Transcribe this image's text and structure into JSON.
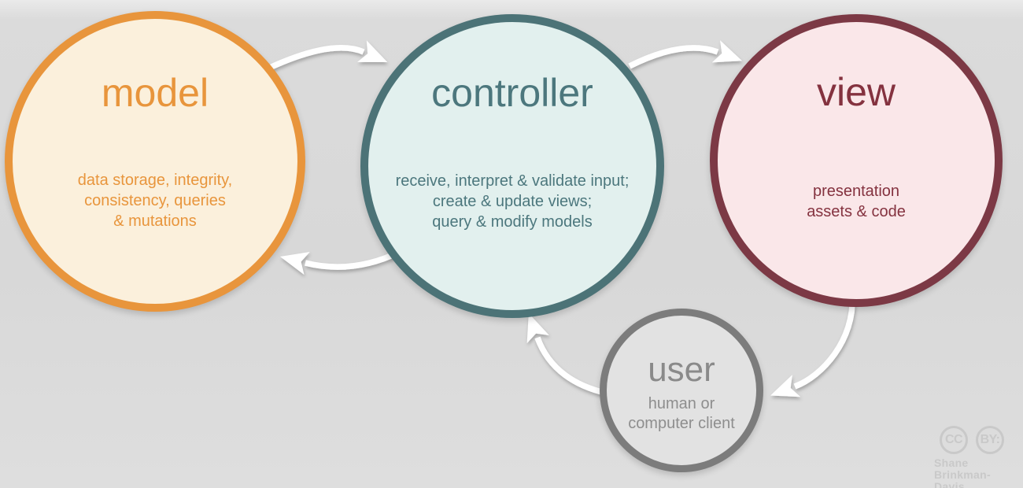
{
  "diagram": {
    "title_implicit": "model-view-controller cycle",
    "background_color": "#DBDBDB",
    "arrow_color": "#FFFFFF",
    "arrows": [
      {
        "name": "model-to-controller"
      },
      {
        "name": "controller-to-view"
      },
      {
        "name": "controller-to-model"
      },
      {
        "name": "view-to-user"
      },
      {
        "name": "user-to-controller"
      }
    ]
  },
  "nodes": {
    "model": {
      "title": "model",
      "description": "data storage, integrity,\nconsistency, queries\n& mutations",
      "border_color": "#E8953C",
      "fill_color": "#FBF0DC",
      "text_color": "#E8953C"
    },
    "controller": {
      "title": "controller",
      "description": "receive, interpret & validate input;\ncreate & update views;\nquery & modify models",
      "border_color": "#4C7377",
      "fill_color": "#E2F0EE",
      "text_color": "#4C777D"
    },
    "view": {
      "title": "view",
      "description": "presentation\nassets & code",
      "border_color": "#7C3945",
      "fill_color": "#FAE7E9",
      "text_color": "#84323F"
    },
    "user": {
      "title": "user",
      "description": "human or\ncomputer client",
      "border_color": "#7C7C7C",
      "fill_color": "#E2E2E2",
      "text_color": "#8A8A8A"
    }
  },
  "license_badge": {
    "cc_label": "CC",
    "by_label": "BY:",
    "author": "Shane\nBrinkman-Davis",
    "color": "#C9C9C9"
  }
}
